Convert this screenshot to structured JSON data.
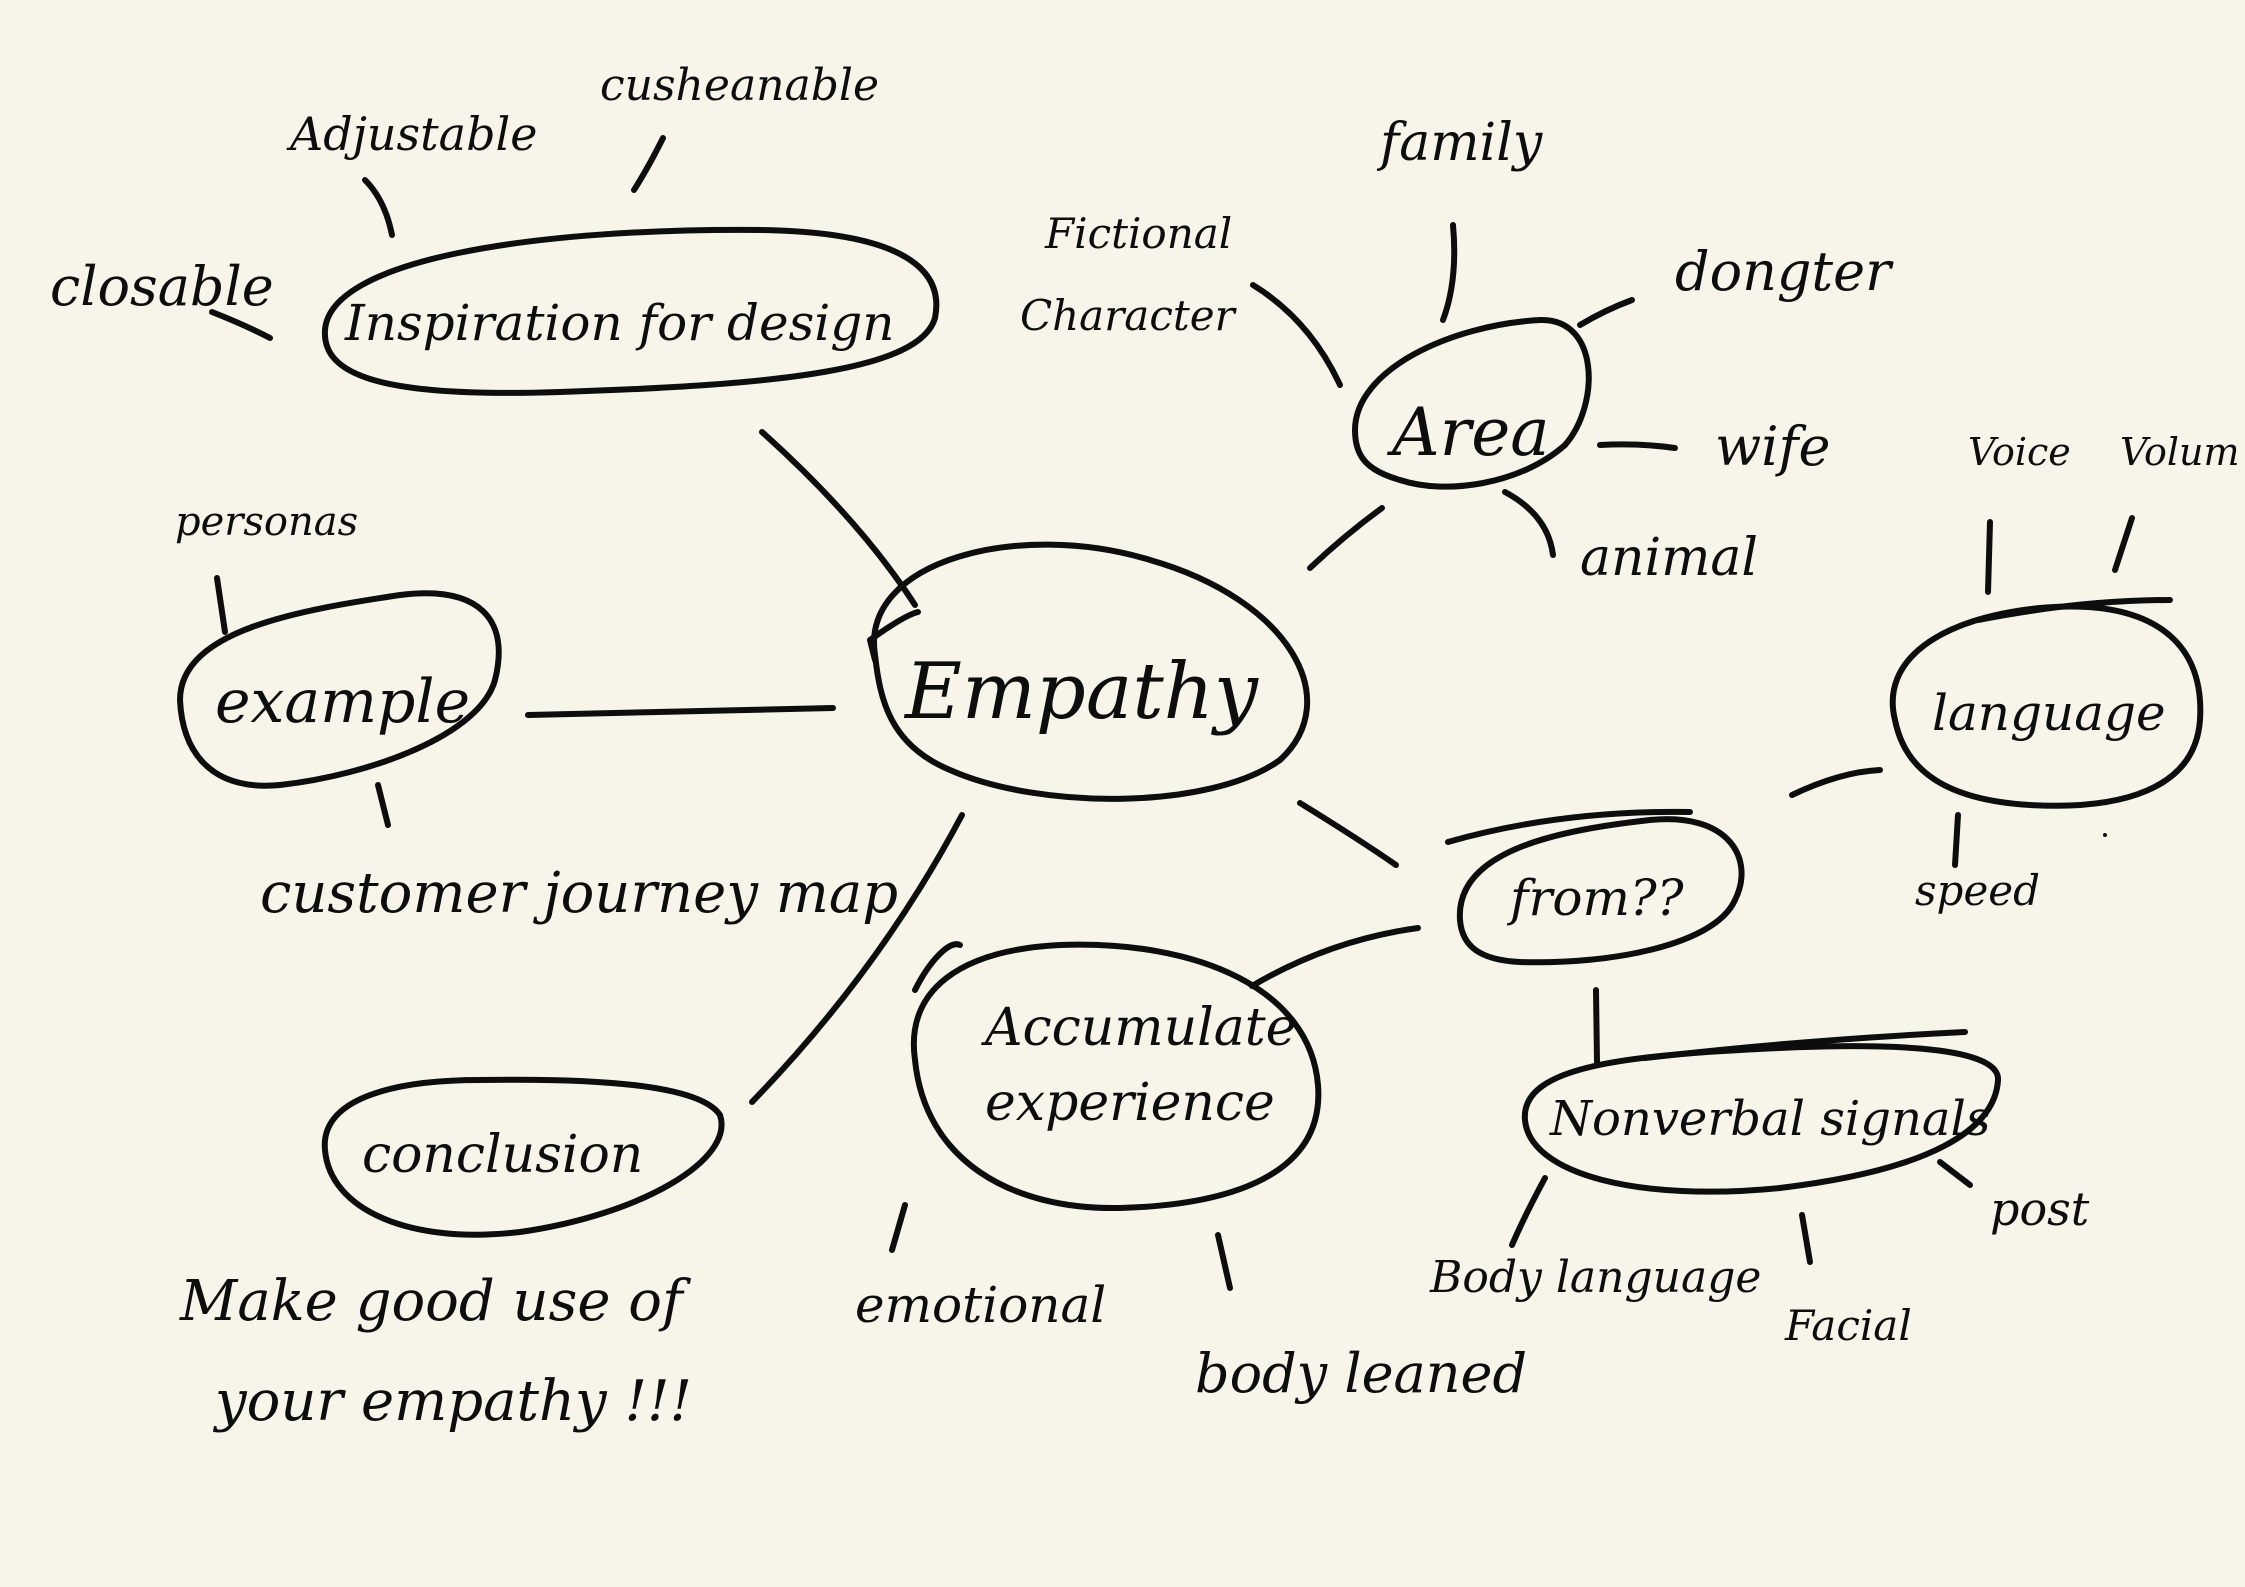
{
  "center": {
    "label": "Empathy"
  },
  "nodes": {
    "inspiration": {
      "label": "Inspiration for design",
      "leaves": {
        "adjustable": "Adjustable",
        "customizable": "cusheanable",
        "closable": "closable"
      }
    },
    "area": {
      "label": "Area",
      "leaves": {
        "fictional": [
          "Fictional",
          "Character"
        ],
        "family": "family",
        "daughter": "dongter",
        "wife": "wife",
        "animal": "animal"
      }
    },
    "example": {
      "label": "example",
      "leaves": {
        "personas": "personas",
        "journey": "customer journey map"
      }
    },
    "from": {
      "label": "from??"
    },
    "language": {
      "label": "language",
      "leaves": {
        "voice": "Voice",
        "volume": "Volum",
        "speed": "speed"
      }
    },
    "accumulate": {
      "label": [
        "Accumulate",
        "experience"
      ],
      "leaves": {
        "emotional": "emotional",
        "body": "body leaned"
      }
    },
    "nonverbal": {
      "label": "Nonverbal signals",
      "leaves": {
        "body_language": "Body language",
        "facial": "Facial",
        "post": "post"
      }
    },
    "conclusion": {
      "label": "conclusion",
      "note": [
        "Make good use of",
        "your empathy !!!"
      ]
    }
  },
  "colors": {
    "background": "#f7f5ea",
    "ink": "#0d0d0d"
  }
}
